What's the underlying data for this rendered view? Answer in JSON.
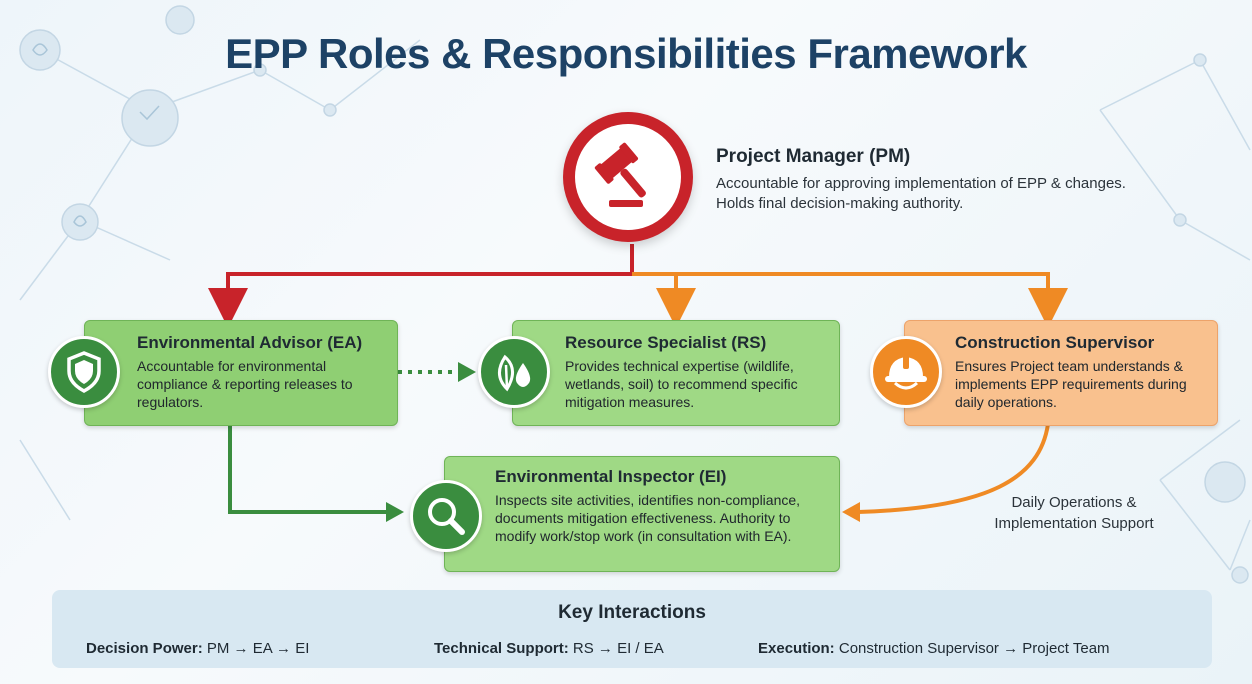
{
  "title": "EPP Roles & Responsibilities Framework",
  "roles": {
    "pm": {
      "name": "Project Manager (PM)",
      "desc": "Accountable for approving implementation of EPP & changes. Holds final decision-making authority.",
      "icon": "gavel-icon"
    },
    "ea": {
      "name": "Environmental Advisor (EA)",
      "desc": "Accountable for environmental compliance & reporting releases to regulators.",
      "icon": "shield-icon"
    },
    "rs": {
      "name": "Resource Specialist (RS)",
      "desc": "Provides technical expertise (wildlife, wetlands, soil) to recommend specific mitigation measures.",
      "icon": "leaf-water-icon"
    },
    "cs": {
      "name": "Construction Supervisor",
      "desc": "Ensures Project team understands & implements EPP requirements during daily operations.",
      "icon": "hard-hat-icon"
    },
    "ei": {
      "name": "Environmental Inspector (EI)",
      "desc": "Inspects site activities, identifies non-compliance, documents mitigation effectiveness. Authority to modify work/stop work (in consultation with EA).",
      "icon": "magnifier-icon"
    }
  },
  "ops_label": "Daily Operations & Implementation Support",
  "key": {
    "title": "Key Interactions",
    "items": [
      {
        "label": "Decision Power:",
        "value": "PM → EA → EI"
      },
      {
        "label": "Technical Support:",
        "value": "RS → EI / EA"
      },
      {
        "label": "Execution:",
        "value": "Construction Supervisor → Project Team"
      }
    ]
  },
  "colors": {
    "title": "#1d4266",
    "pm_red": "#c8232a",
    "arrow_orange": "#ef8a24",
    "green_box": "#8fcf73",
    "green_dark": "#3a8d3f",
    "orange_box": "#f9c18e"
  }
}
